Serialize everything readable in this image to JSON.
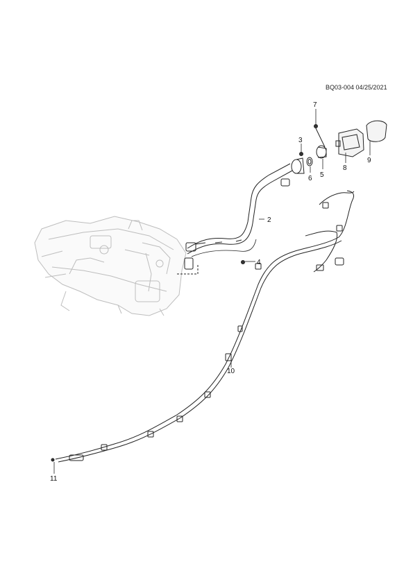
{
  "header": {
    "drawing_code": "BQ03-004 04/25/2021"
  },
  "callouts": [
    {
      "id": "2",
      "label": "2"
    },
    {
      "id": "3",
      "label": "3"
    },
    {
      "id": "4",
      "label": "4"
    },
    {
      "id": "5",
      "label": "5"
    },
    {
      "id": "6",
      "label": "6"
    },
    {
      "id": "7",
      "label": "7"
    },
    {
      "id": "8",
      "label": "8"
    },
    {
      "id": "9",
      "label": "9"
    },
    {
      "id": "10",
      "label": "10"
    },
    {
      "id": "11",
      "label": "11"
    }
  ],
  "colors": {
    "line": "#222222",
    "ghost": "#b8b8b8",
    "fill_light": "#f2f2f2"
  }
}
